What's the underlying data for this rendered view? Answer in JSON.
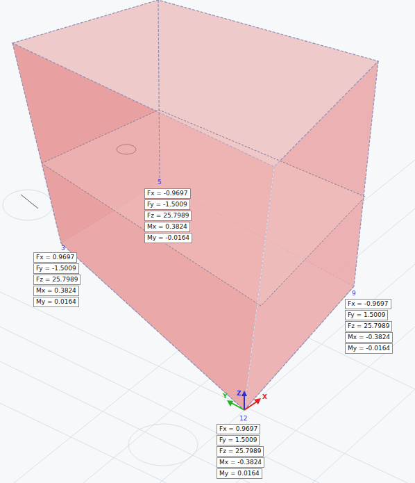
{
  "diagram": {
    "nodes": [
      {
        "text": [
          "Fx = -0.9697",
          "Fy = -1.5009",
          "Fz = 25.7989",
          "Mx = 0.3824",
          "My = -0.0164"
        ]
      },
      {
        "text": [
          "Fx = 0.9697",
          "Fy = -1.5009",
          "Fz = 25.7989",
          "Mx = 0.3824",
          "My = 0.0164"
        ]
      },
      {
        "text": [
          "Fx = -0.9697",
          "Fy = 1.5009",
          "Fz = 25.7989",
          "Mx = -0.3824",
          "My = -0.0164"
        ]
      },
      {
        "text": [
          "Fx = 0.9697",
          "Fy = 1.5009",
          "Fz = 25.7989",
          "Mx = -0.3824",
          "My = 0.0164"
        ]
      }
    ],
    "labels": [
      "5",
      "3",
      "9",
      "12",
      "Z",
      "X",
      "Y"
    ]
  }
}
